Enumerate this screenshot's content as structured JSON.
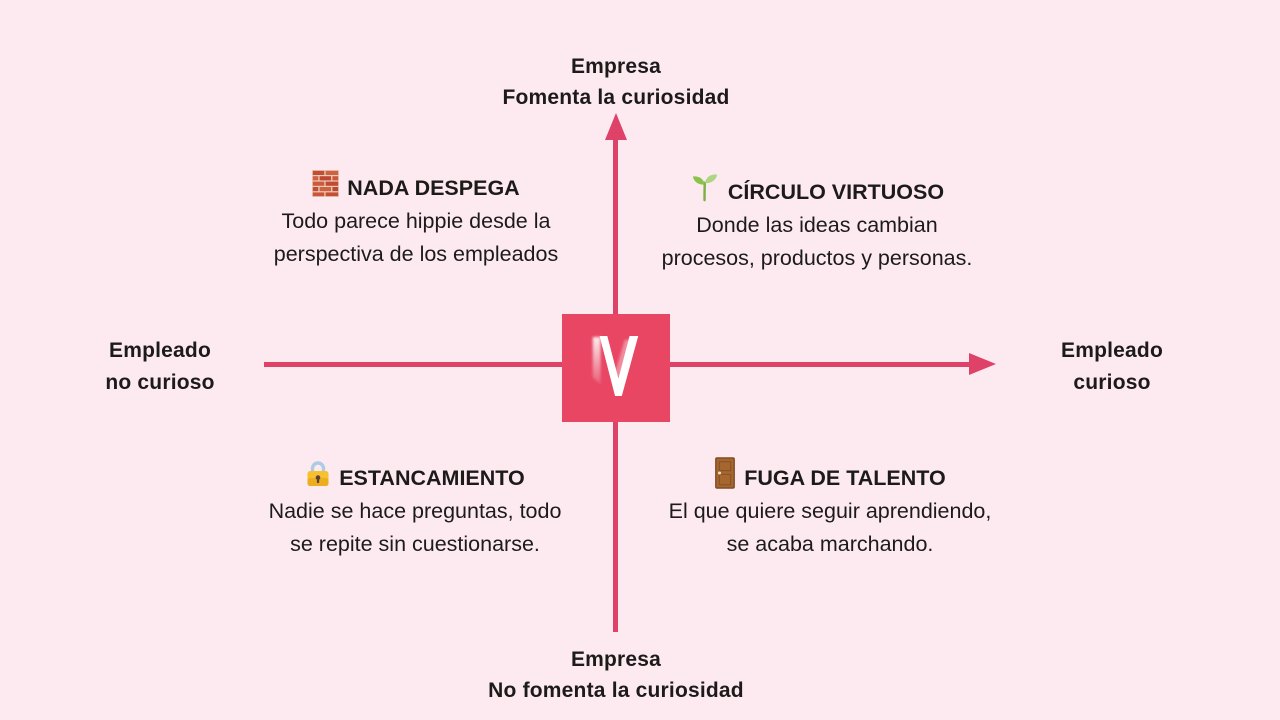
{
  "colors": {
    "background": "#FCEAF0",
    "axis": "#DF4269",
    "logo_background": "#E84663",
    "text": "#1D1B1A"
  },
  "axes": {
    "top_label": {
      "line1": "Empresa",
      "line2": "Fomenta la curiosidad"
    },
    "bottom_label": {
      "line1": "Empresa",
      "line2": "No fomenta la curiosidad"
    },
    "left_label": {
      "line1": "Empleado",
      "line2": "no curioso"
    },
    "right_label": {
      "line1": "Empleado",
      "line2": "curioso"
    }
  },
  "center_logo": {
    "letter": "M",
    "icon": "m-letter-logo"
  },
  "quadrants": [
    {
      "position": "top-left",
      "icon": "brick-wall-icon",
      "title": "NADA DESPEGA",
      "body1": "Todo parece hippie desde la",
      "body2": "perspectiva de los empleados"
    },
    {
      "position": "top-right",
      "icon": "seedling-icon",
      "title": "CÍRCULO VIRTUOSO",
      "body1": "Donde las ideas cambian",
      "body2": "procesos, productos y personas."
    },
    {
      "position": "bottom-left",
      "icon": "lock-icon",
      "title": "ESTANCAMIENTO",
      "body1": "Nadie se hace preguntas, todo",
      "body2": "se repite sin cuestionarse."
    },
    {
      "position": "bottom-right",
      "icon": "door-icon",
      "title": "FUGA DE TALENTO",
      "body1": "El que quiere seguir aprendiendo,",
      "body2": "se acaba marchando."
    }
  ]
}
